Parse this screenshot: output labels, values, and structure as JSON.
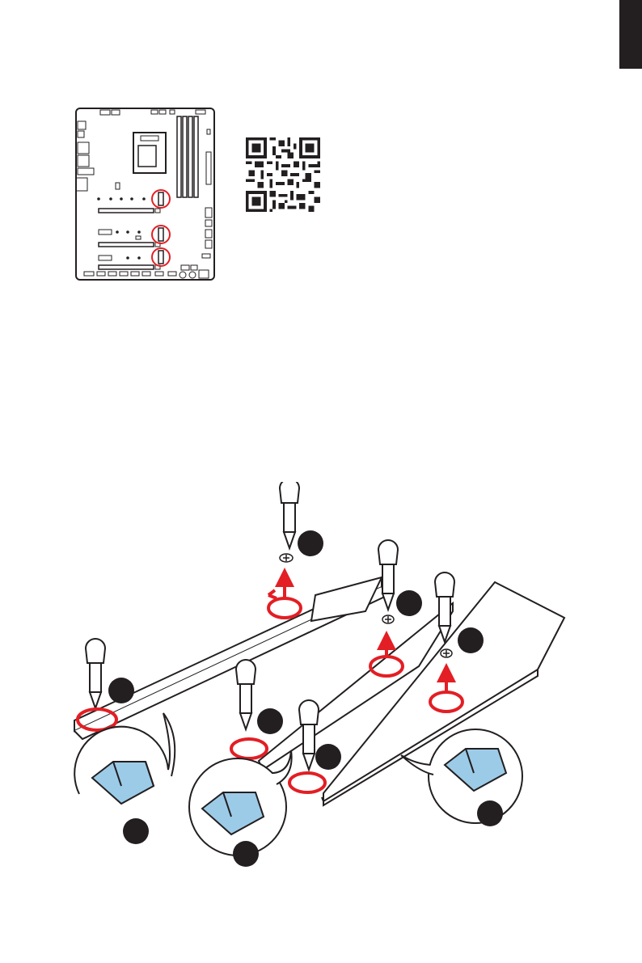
{
  "document": {
    "page_type": "manual-illustration-page",
    "visible_text": []
  },
  "figures": {
    "motherboard_layout": {
      "highlighted_slots": 3,
      "highlight_color": "#e31e24"
    },
    "qr_code": {
      "present": true
    },
    "m2_shield_removal": {
      "shields": 3,
      "screw_steps": 6,
      "tab_callouts": 3,
      "arrow_color": "#e31e24",
      "pad_color": "#9ccbe8"
    }
  },
  "colors": {
    "ink": "#231f20",
    "accent_red": "#e31e24",
    "thermal_pad_blue": "#9ccbe8"
  }
}
